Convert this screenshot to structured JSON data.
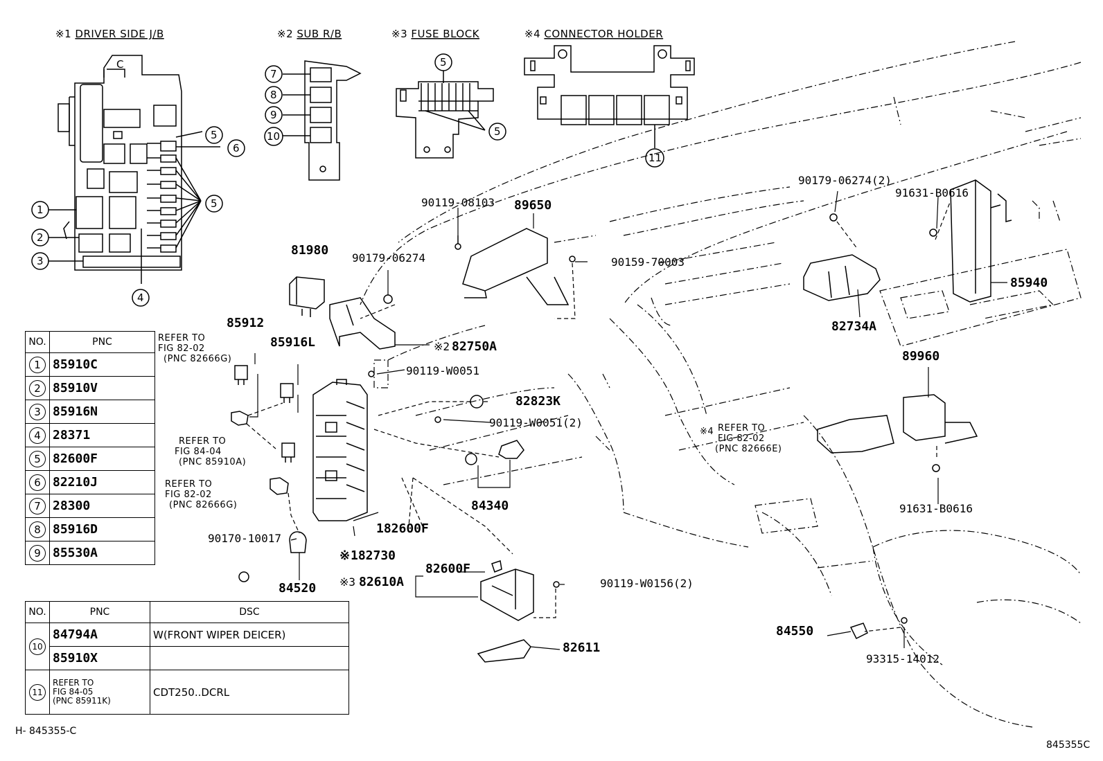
{
  "insets": [
    {
      "marker": "※1",
      "title": "DRIVER SIDE J/B"
    },
    {
      "marker": "※2",
      "title": "SUB R/B"
    },
    {
      "marker": "※3",
      "title": "FUSE BLOCK"
    },
    {
      "marker": "※4",
      "title": "CONNECTOR HOLDER"
    }
  ],
  "inset_numbers": {
    "jb": [
      "1",
      "2",
      "3",
      "4",
      "5",
      "6",
      "5"
    ],
    "sub": [
      "7",
      "8",
      "9",
      "10"
    ],
    "fuse": [
      "5",
      "5"
    ],
    "holder": [
      "11"
    ]
  },
  "table1": {
    "header": {
      "no": "NO.",
      "pnc": "PNC"
    },
    "rows": [
      {
        "no": "1",
        "pnc": "85910C"
      },
      {
        "no": "2",
        "pnc": "85910V"
      },
      {
        "no": "3",
        "pnc": "85916N"
      },
      {
        "no": "4",
        "pnc": "28371"
      },
      {
        "no": "5",
        "pnc": "82600F"
      },
      {
        "no": "6",
        "pnc": "82210J"
      },
      {
        "no": "7",
        "pnc": "28300"
      },
      {
        "no": "8",
        "pnc": "85916D"
      },
      {
        "no": "9",
        "pnc": "85530A"
      }
    ]
  },
  "table2": {
    "header": {
      "no": "NO.",
      "pnc": "PNC",
      "dsc": "DSC"
    },
    "row10": {
      "no": "10",
      "pnc_a": "84794A",
      "dsc_a": "W(FRONT WIPER DEICER)",
      "pnc_b": "85910X",
      "dsc_b": ""
    },
    "row11": {
      "no": "11",
      "ref_1": "REFER TO",
      "ref_2": "FIG 84-05",
      "ref_3": "(PNC 85911K)",
      "dsc": "CDT250..DCRL"
    }
  },
  "refer_notes": [
    {
      "l1": "REFER TO",
      "l2": "FIG 82-02",
      "l3": "(PNC 82666G)"
    },
    {
      "l1": "REFER TO",
      "l2": "FIG 84-04",
      "l3": "(PNC 85910A)"
    },
    {
      "l1": "REFER TO",
      "l2": "FIG 82-02",
      "l3": "(PNC 82666G)"
    },
    {
      "l1": "REFER TO",
      "l2": "FIG 82-02",
      "l3": "(PNC 82666E)",
      "marker": "※4"
    }
  ],
  "parts": {
    "p81980": "81980",
    "p85912": "85912",
    "p85916L": "85916L",
    "p90119_08103": "90119-08103",
    "p89650": "89650",
    "p90179_06274": "90179-06274",
    "p90159_70003": "90159-70003",
    "p82750A": "82750A",
    "p82750A_marker": "※2",
    "p90119_W0051": "90119-W0051",
    "p82823K": "82823K",
    "p90119_W0051_2": "90119-W0051(2)",
    "p84340": "84340",
    "p182600F": "182600F",
    "p182730": "182730",
    "p182730_marker": "※",
    "p90170_10017": "90170-10017",
    "p84520": "84520",
    "p82600F": "82600F",
    "p82610A": "82610A",
    "p82610A_marker": "※3",
    "p90119_W0156": "90119-W0156(2)",
    "p82611": "82611",
    "p90179_06274_2": "90179-06274(2)",
    "p91631_B0616": "91631-B0616",
    "p85940": "85940",
    "p82734A": "82734A",
    "p89960": "89960",
    "p91631_B0616_b": "91631-B0616",
    "p84550": "84550",
    "p93315_14012": "93315-14012"
  },
  "footer": {
    "left": "H- 845355-C",
    "right": "845355C"
  }
}
